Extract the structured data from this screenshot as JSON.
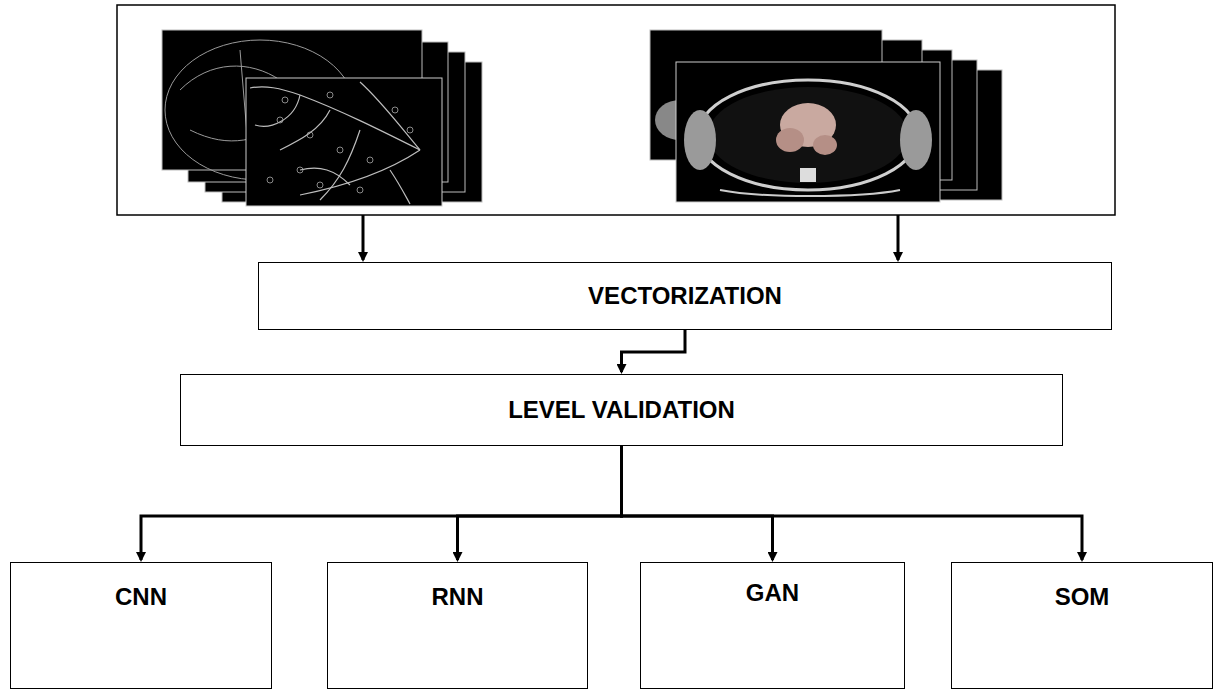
{
  "diagram": {
    "nodes": [
      {
        "text": [
          "VECTORIZATION"
        ]
      },
      {
        "text": [
          "LEVEL VALIDATION"
        ]
      },
      {
        "text": [
          "CNN"
        ]
      },
      {
        "text": [
          "RNN"
        ]
      },
      {
        "text": [
          "GAN"
        ]
      },
      {
        "text": [
          "SOM"
        ]
      }
    ],
    "edges": [
      {
        "from": 0,
        "to": 1,
        "arrow": "to"
      },
      {
        "from": 1,
        "to": 2,
        "arrow": "to"
      },
      {
        "from": 1,
        "to": 3,
        "arrow": "to"
      },
      {
        "from": 1,
        "to": 4,
        "arrow": "to"
      },
      {
        "from": 1,
        "to": 5,
        "arrow": "to"
      }
    ]
  }
}
